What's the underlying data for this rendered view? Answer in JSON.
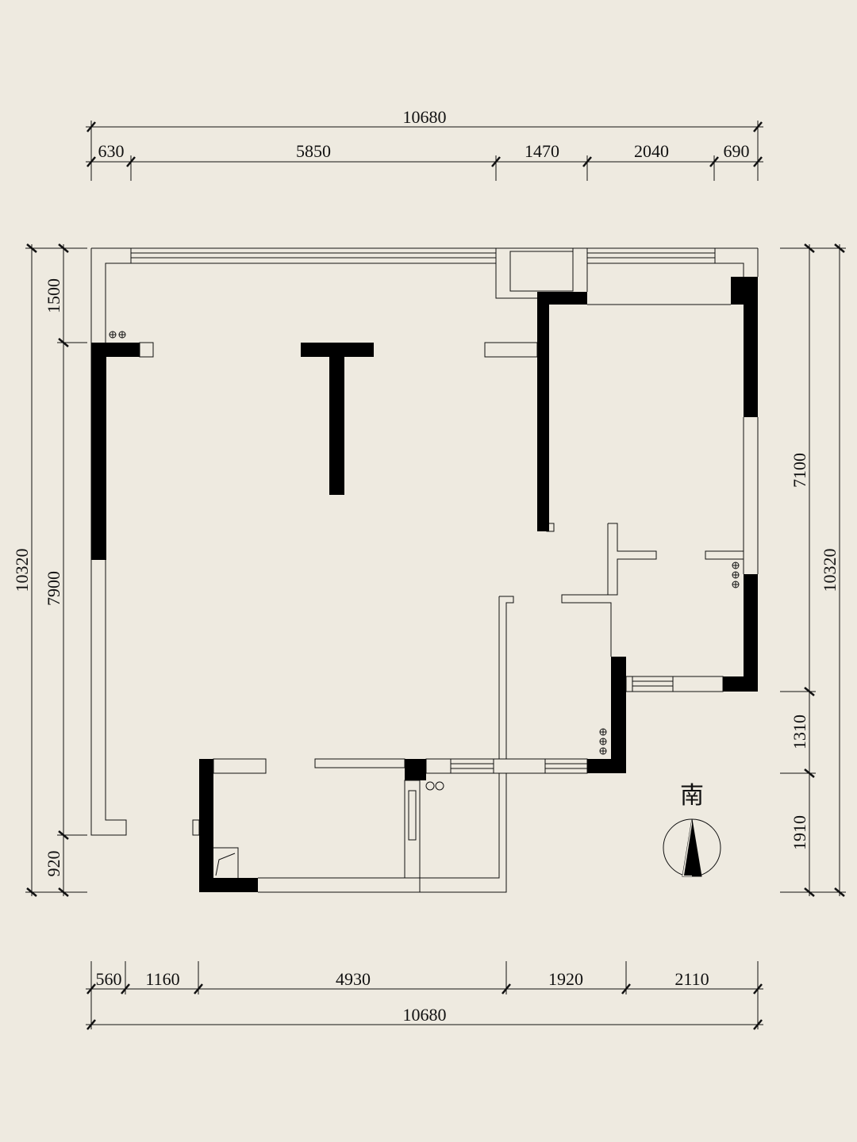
{
  "dimensions": {
    "top_total": "10680",
    "top_segments": [
      "630",
      "5850",
      "1470",
      "2040",
      "690"
    ],
    "bottom_segments": [
      "560",
      "1160",
      "4930",
      "1920",
      "2110"
    ],
    "bottom_total": "10680",
    "left_total": "10320",
    "left_segments": [
      "1500",
      "7900",
      "920"
    ],
    "right_total": "10320",
    "right_segments": [
      "7100",
      "1310",
      "1910"
    ]
  },
  "compass": {
    "label": "南"
  }
}
